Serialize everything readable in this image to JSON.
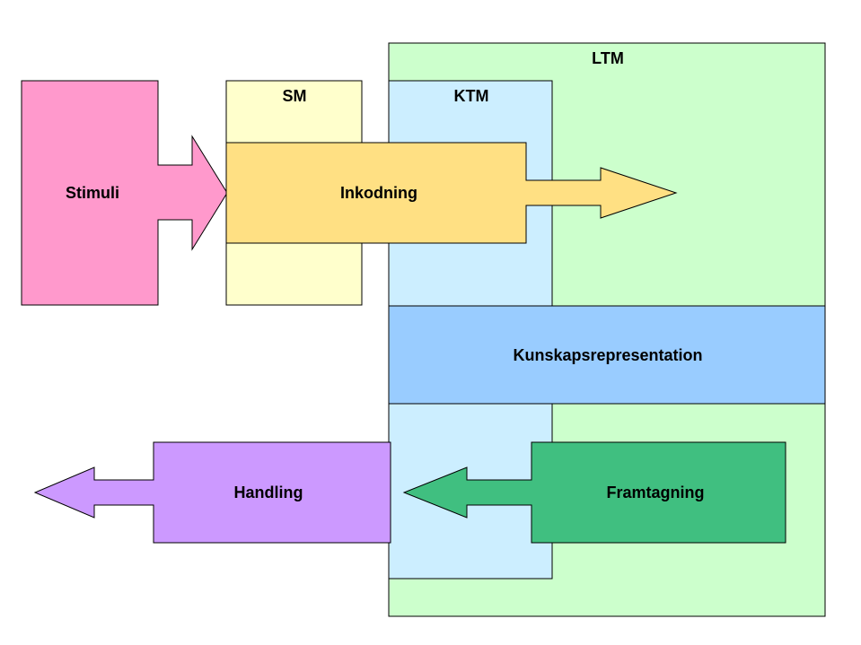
{
  "labels": {
    "ltm": "LTM",
    "sm": "SM",
    "ktm": "KTM",
    "stimuli": "Stimuli",
    "inkodning": "Inkodning",
    "kunskapsrepresentation": "Kunskapsrepresentation",
    "handling": "Handling",
    "framtagning": "Framtagning"
  },
  "colors": {
    "ltm": "#ccffcc",
    "sm": "#ffffcc",
    "ktm": "#cceeff",
    "stimuli": "#ff99cc",
    "inkodning": "#ffe083",
    "kunskapsrepresentation": "#99ccff",
    "handling": "#cc99ff",
    "framtagning": "#40bf80",
    "outline": "#000000"
  }
}
